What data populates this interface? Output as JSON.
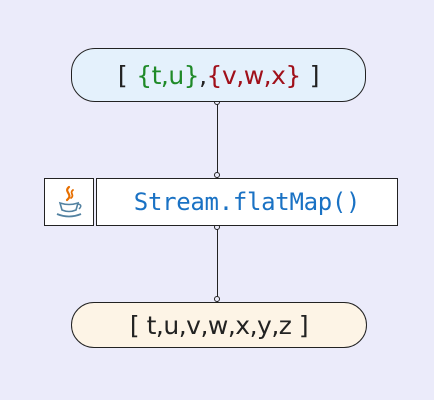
{
  "input": {
    "open_bracket": "[",
    "set1": "{t,u}",
    "comma": ",",
    "set2": "{v,w,x}",
    "close_bracket": "]"
  },
  "operation": {
    "label": "Stream.flatMap()",
    "icon": "java-icon"
  },
  "output": {
    "label": "[ t,u,v,w,x,y,z ]"
  },
  "colors": {
    "background": "#ebebfa",
    "input_fill": "#e4f1fc",
    "output_fill": "#fdf4e6",
    "set1": "#1f8a28",
    "set2": "#a0101a",
    "operation_text": "#1a72c4"
  }
}
